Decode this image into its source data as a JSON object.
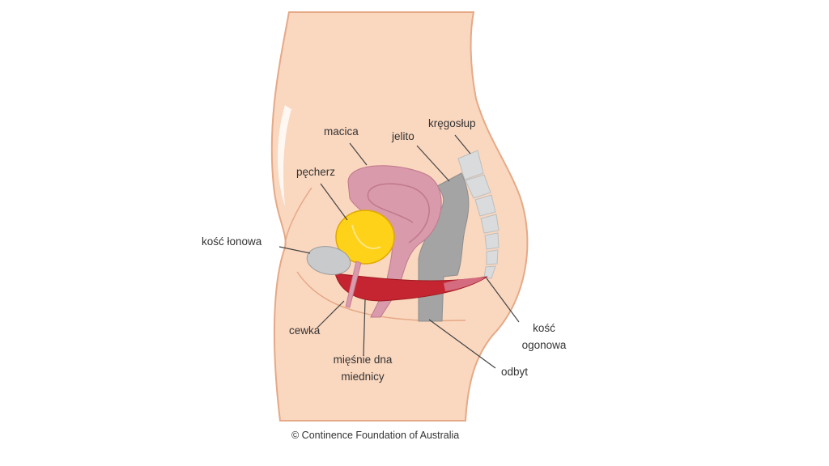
{
  "labels": {
    "uterus": "macica",
    "bowel": "jelito",
    "spine": "kręgosłup",
    "bladder": "pęcherz",
    "pubic_bone": "kość łonowa",
    "urethra": "cewka",
    "pelvic_floor_line1": "mięśnie dna",
    "pelvic_floor_line2": "miednicy",
    "coccyx_line1": "kość",
    "coccyx_line2": "ogonowa",
    "anus": "odbyt"
  },
  "copyright": "© Continence Foundation of Australia",
  "colors": {
    "skin": "#fad7bf",
    "skin_outline": "#e5a987",
    "bladder": "#ffd21a",
    "muscle": "#c42530",
    "uterus": "#d99aab",
    "bowel": "#a4a4a4",
    "bone": "#d4d6d8"
  }
}
